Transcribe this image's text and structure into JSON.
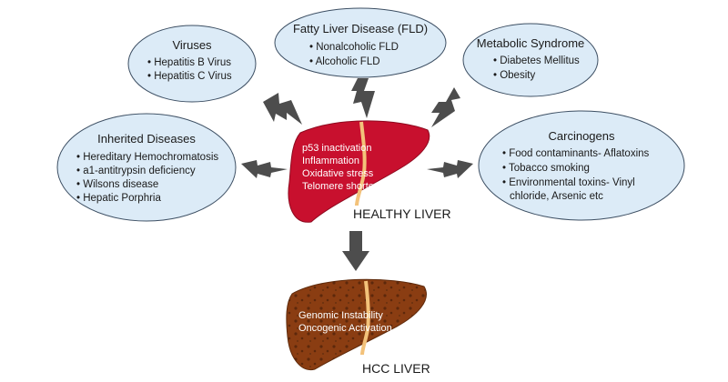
{
  "bubbles": {
    "viruses": {
      "title": "Viruses",
      "items": [
        "• Hepatitis B Virus",
        "• Hepatitis C Virus"
      ]
    },
    "fld": {
      "title": "Fatty Liver Disease (FLD)",
      "items": [
        "• Nonalcoholic FLD",
        "• Alcoholic FLD"
      ]
    },
    "metabolic": {
      "title": "Metabolic Syndrome",
      "items": [
        "• Diabetes Mellitus",
        "• Obesity"
      ]
    },
    "inherited": {
      "title": "Inherited Diseases",
      "items": [
        "• Hereditary Hemochromatosis",
        "• a1-antitrypsin deficiency",
        "• Wilsons disease",
        "• Hepatic Porphria"
      ]
    },
    "carcinogens": {
      "title": "Carcinogens",
      "items": [
        "• Food contaminants- Aflatoxins",
        "• Tobacco smoking",
        "• Environmental toxins- Vinyl",
        "chloride, Arsenic etc"
      ]
    }
  },
  "healthy_liver": {
    "caption": "HEALTHY LIVER",
    "lines": [
      "p53 inactivation",
      "Inflammation",
      "Oxidative stress",
      "Telomere shortening"
    ]
  },
  "hcc_liver": {
    "caption": "HCC LIVER",
    "lines": [
      "Genomic Instability",
      "Oncogenic Activation"
    ]
  },
  "colors": {
    "bubble_fill": "#dcebf7",
    "bubble_stroke": "#3d4f63",
    "healthy_liver": "#c8102e",
    "hcc_liver": "#8a3d12",
    "ligament": "#f3c27a",
    "arrow": "#4d4d4d"
  }
}
